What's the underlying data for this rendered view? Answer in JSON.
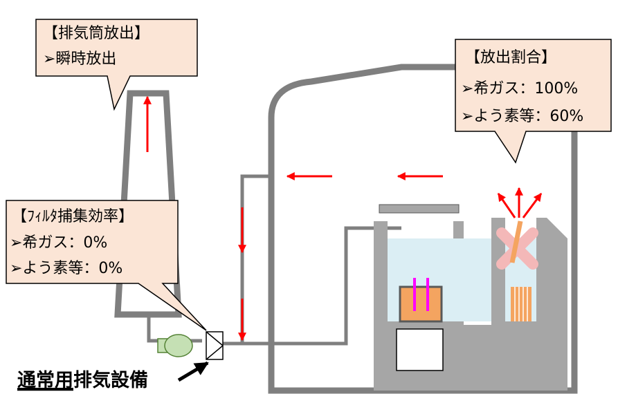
{
  "stack_callout": {
    "title": "【排気筒放出】",
    "item_1": "➢瞬時放出"
  },
  "release_callout": {
    "title": "【放出割合】",
    "item_1": "➢希ガス：100%",
    "item_2": "➢よう素等：60%"
  },
  "filter_callout": {
    "title": "【ﾌｨﾙﾀ捕集効率】",
    "item_1": "➢希ガス：0%",
    "item_2": "➢よう素等：0%"
  },
  "system_label": {
    "underlined_part": "通常用",
    "rest": "排気設備"
  },
  "colors": {
    "callout_fill": "#fbe5d6",
    "structure_gray": "#7f7f7f",
    "flow_arrow": "#ff0000",
    "pool_water": "#dbeef4",
    "fuel_orange": "#f4a460",
    "rod_magenta": "#ff00ff",
    "fan_green": "#c5e0b4",
    "cross_pink": "#f4b8b8"
  }
}
